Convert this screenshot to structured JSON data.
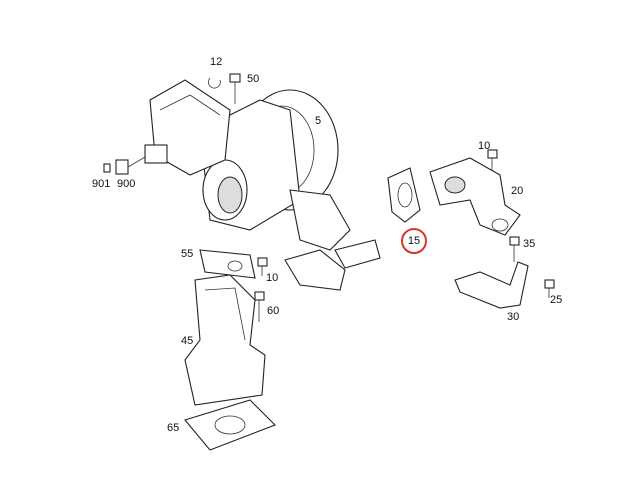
{
  "diagram": {
    "title": "Turbocharger assembly exploded parts view",
    "highlight_color": "#d9342b",
    "labels": [
      {
        "id": "p12",
        "text": "12"
      },
      {
        "id": "p50",
        "text": "50"
      },
      {
        "id": "p5",
        "text": "5"
      },
      {
        "id": "p901",
        "text": "901"
      },
      {
        "id": "p900",
        "text": "900"
      },
      {
        "id": "p10a",
        "text": "10"
      },
      {
        "id": "p20",
        "text": "20"
      },
      {
        "id": "p15",
        "text": "15",
        "highlighted": true
      },
      {
        "id": "p35",
        "text": "35"
      },
      {
        "id": "p55",
        "text": "55"
      },
      {
        "id": "p10b",
        "text": "10"
      },
      {
        "id": "p60",
        "text": "60"
      },
      {
        "id": "p45",
        "text": "45"
      },
      {
        "id": "p65",
        "text": "65"
      },
      {
        "id": "p25",
        "text": "25"
      },
      {
        "id": "p30",
        "text": "30"
      }
    ]
  }
}
